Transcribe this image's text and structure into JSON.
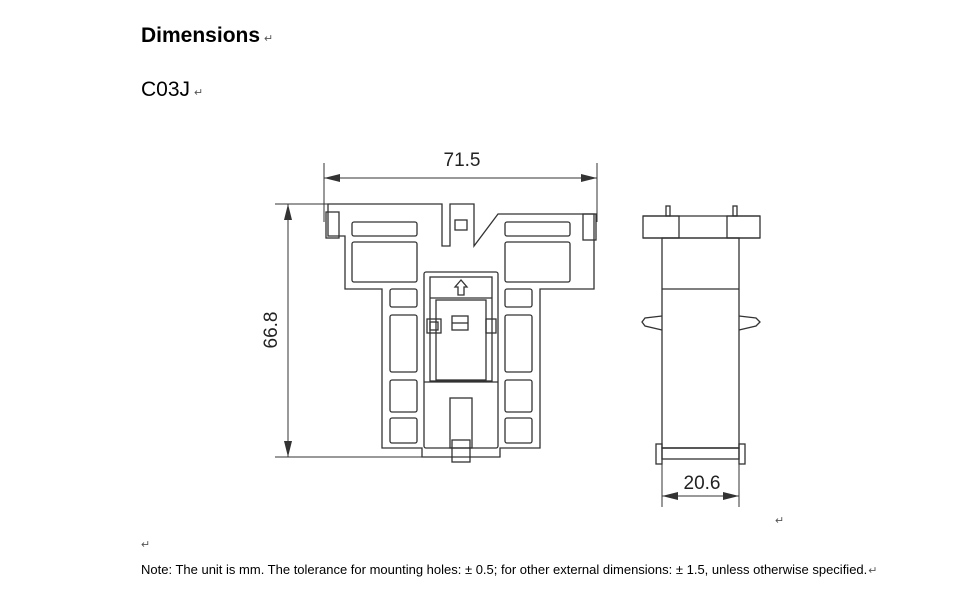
{
  "heading": "Dimensions",
  "model": "C03J",
  "paragraph_mark": "↵",
  "dimensions": {
    "width": "71.5",
    "height": "66.8",
    "depth": "20.6"
  },
  "note": "Note: The unit is mm. The tolerance for mounting holes: ± 0.5; for other external dimensions: ± 1.5, unless otherwise specified."
}
